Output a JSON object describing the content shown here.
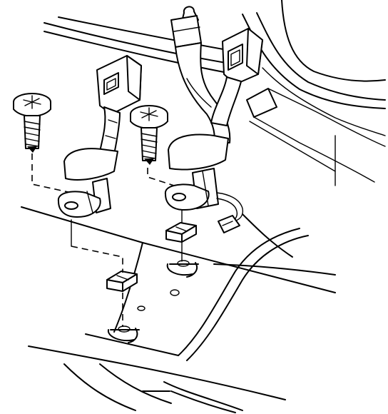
{
  "figure": {
    "kind": "exploded-assembly-line-drawing",
    "colors": {
      "ink": "#000000",
      "paper": "#ffffff"
    },
    "parts": [
      "left-bolt",
      "right-bolt",
      "left-seat-belt-buckle",
      "right-seat-belt-buckle",
      "belt-harness-connector",
      "left-anchor-nut",
      "right-anchor-nut",
      "left-floor-hole",
      "right-floor-hole",
      "floor-panel"
    ],
    "labels": []
  }
}
